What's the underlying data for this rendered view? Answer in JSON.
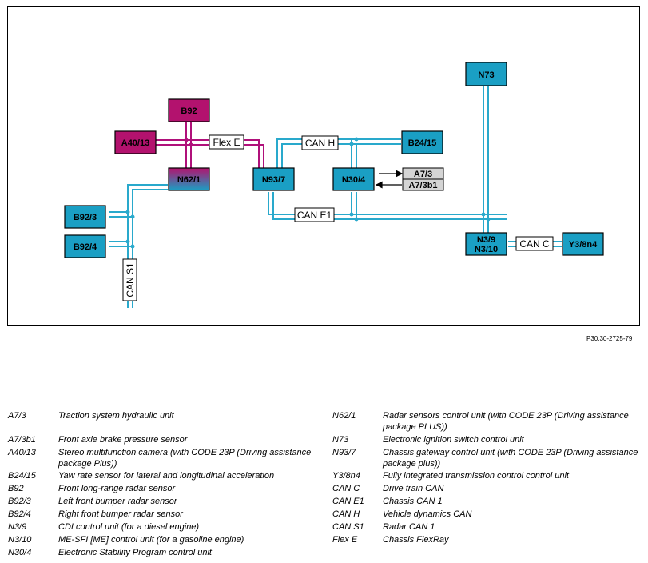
{
  "diagram": {
    "colors": {
      "can_line": "#29a9cc",
      "flexray_line": "#b0107a",
      "ecu_fill": "#1a9fc4",
      "radar_fill": "#b3126e",
      "actuator_fill": "#d4d4d4"
    },
    "nodes": {
      "N73": "N73",
      "B92": "B92",
      "A40_13": "A40/13",
      "N62_1": "N62/1",
      "N93_7": "N93/7",
      "N30_4": "N30/4",
      "B24_15": "B24/15",
      "A7_3": "A7/3",
      "A7_3b1": "A7/3b1",
      "B92_3": "B92/3",
      "B92_4": "B92/4",
      "N3_9": "N3/9",
      "N3_10": "N3/10",
      "Y3_8n4": "Y3/8n4"
    },
    "bus_labels": {
      "flex_e": "Flex E",
      "can_h": "CAN H",
      "can_e1": "CAN E1",
      "can_c": "CAN C",
      "can_s1": "CAN S1"
    },
    "figure_ref": "P30.30-2725-79"
  },
  "legend": {
    "left": [
      {
        "code": "A7/3",
        "desc": "Traction system hydraulic unit"
      },
      {
        "code": "A7/3b1",
        "desc": "Front axle brake pressure sensor"
      },
      {
        "code": "A40/13",
        "desc": "Stereo multifunction camera (with CODE 23P (Driving assistance package Plus))"
      },
      {
        "code": "B24/15",
        "desc": "Yaw rate sensor for lateral and longitudinal acceleration"
      },
      {
        "code": "B92",
        "desc": "Front long-range radar sensor"
      },
      {
        "code": "B92/3",
        "desc": "Left front bumper radar sensor"
      },
      {
        "code": "B92/4",
        "desc": "Right front bumper radar sensor"
      },
      {
        "code": "N3/9",
        "desc": "CDI control unit (for a diesel engine)"
      },
      {
        "code": "N3/10",
        "desc": "ME-SFI [ME] control unit (for a gasoline engine)"
      },
      {
        "code": "N30/4",
        "desc": "Electronic Stability Program control unit"
      }
    ],
    "right": [
      {
        "code": "N62/1",
        "desc": "Radar sensors control unit (with CODE 23P (Driving assistance package PLUS))"
      },
      {
        "code": "N73",
        "desc": "Electronic ignition switch control unit"
      },
      {
        "code": "N93/7",
        "desc": "Chassis gateway control unit (with CODE 23P (Driving assistance package plus))"
      },
      {
        "code": "Y3/8n4",
        "desc": "Fully integrated transmission control control unit"
      },
      {
        "code": "CAN C",
        "desc": "Drive train CAN"
      },
      {
        "code": "CAN E1",
        "desc": "Chassis CAN 1"
      },
      {
        "code": "CAN H",
        "desc": "Vehicle dynamics CAN"
      },
      {
        "code": "CAN S1",
        "desc": "Radar CAN 1"
      },
      {
        "code": "Flex E",
        "desc": "Chassis FlexRay"
      }
    ]
  }
}
